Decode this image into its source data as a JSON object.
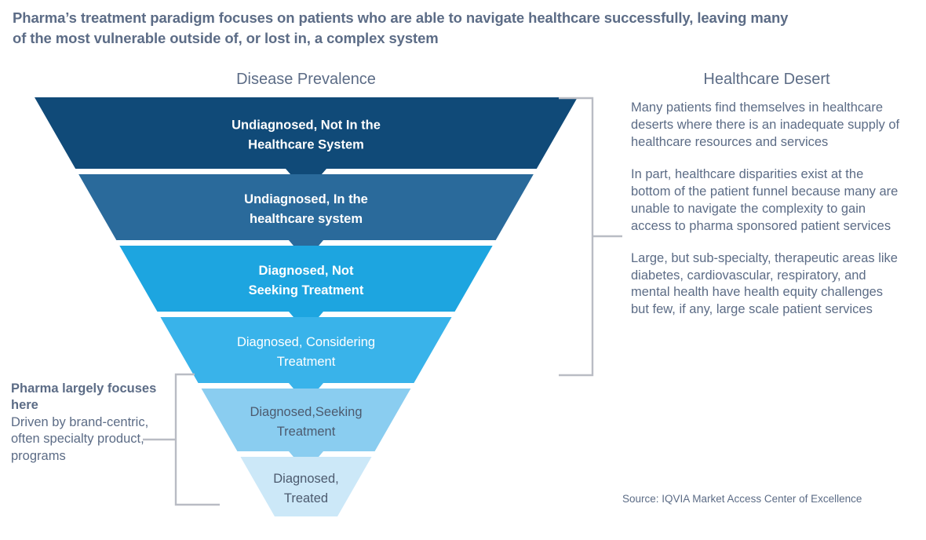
{
  "headline": "Pharma’s treatment paradigm focuses on patients who are able to navigate healthcare successfully, leaving many of the most vulnerable outside of, or lost in, a complex system",
  "funnel": {
    "heading": "Disease Prevalence",
    "segments": [
      {
        "id": "undiagnosed-not-in-system",
        "line1": "Undiagnosed, Not In the",
        "line2": "Healthcare System",
        "color": "#104A78",
        "text_color": "#ffffff",
        "bold": true
      },
      {
        "id": "undiagnosed-in-system",
        "line1": "Undiagnosed, In the",
        "line2": "healthcare system",
        "color": "#2A6A9B",
        "text_color": "#ffffff",
        "bold": true
      },
      {
        "id": "diagnosed-not-seeking",
        "line1": "Diagnosed, Not",
        "line2": "Seeking Treatment",
        "color": "#1DA5E0",
        "text_color": "#ffffff",
        "bold": true
      },
      {
        "id": "diagnosed-considering",
        "line1": "Diagnosed, Considering",
        "line2": "Treatment",
        "color": "#39B3EA",
        "text_color": "#ffffff",
        "bold": false
      },
      {
        "id": "diagnosed-seeking",
        "line1": "Diagnosed,Seeking",
        "line2": "Treatment",
        "color": "#8ACDF0",
        "text_color": "#4c5a6e",
        "bold": false
      },
      {
        "id": "diagnosed-treated",
        "line1": "Diagnosed,",
        "line2": "Treated",
        "color": "#CCE8F8",
        "text_color": "#4c5a6e",
        "bold": false
      }
    ]
  },
  "right_panel": {
    "heading": "Healthcare Desert",
    "paragraphs": [
      "Many patients find themselves in healthcare deserts where there is an inadequate supply of healthcare resources and services",
      "In part, healthcare disparities exist at the bottom of the patient funnel because many are unable to navigate the complexity to gain access to pharma sponsored patient services",
      "Large, but sub-specialty, therapeutic areas like diabetes, cardiovascular, respiratory, and mental health have health equity challenges but few, if any, large scale patient services"
    ]
  },
  "left_note": {
    "title": "Pharma largely focuses here",
    "body": "Driven by brand-centric, often specialty product, programs"
  },
  "source": "Source: IQVIA Market Access Center of Excellence",
  "colors": {
    "text": "#5c6c86",
    "bracket": "#b9bcc4",
    "background": "#ffffff"
  }
}
